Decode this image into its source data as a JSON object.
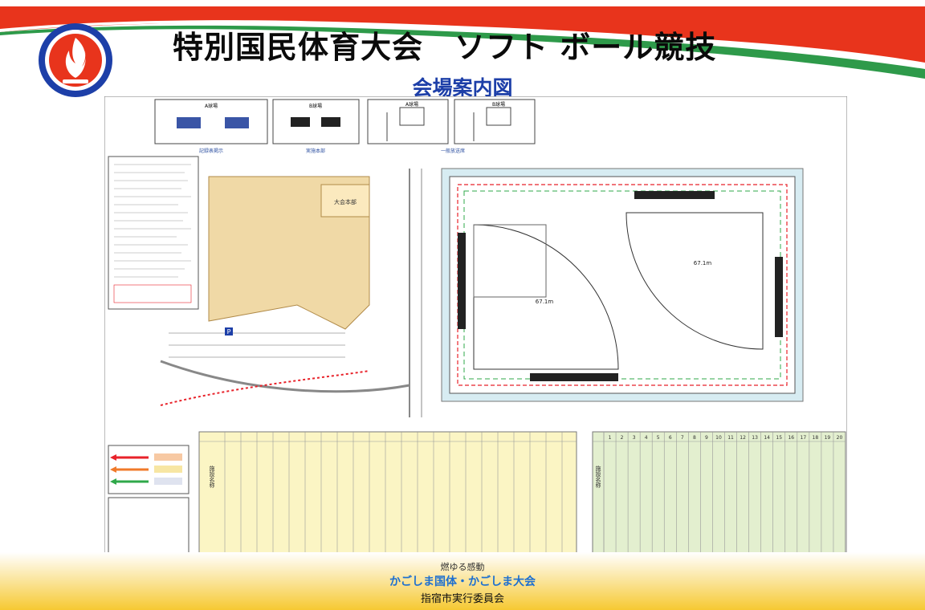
{
  "header": {
    "title": "特別国民体育大会　ソフト ボール競技",
    "subtitle": "会場案内図"
  },
  "map": {
    "booth_labels": [
      "A球場",
      "B球場",
      "A球場",
      "B球場"
    ],
    "booth_captions": [
      "記録表掲示",
      "実施本部",
      "一般放送席"
    ],
    "field_distances": [
      "67.1m",
      "67.1m"
    ],
    "left_area": {
      "parking_icon": "P",
      "tent_label": "大会本部"
    },
    "table_rows": [
      "施設名称",
      "施設名称"
    ],
    "table_right_numbers": [
      "1",
      "2",
      "3",
      "4",
      "5",
      "6",
      "7",
      "8",
      "9",
      "10",
      "11",
      "12",
      "13",
      "14",
      "15",
      "16",
      "17",
      "18",
      "19",
      "20"
    ]
  },
  "footer": {
    "tagline": "燃ゆる感動",
    "event": "かごしま国体・かごしま大会",
    "committee": "指宿市実行委員会"
  },
  "colors": {
    "banner_red": "#e8341c",
    "banner_green": "#2e9a4a",
    "title_blue": "#1d3fa8",
    "footer_yellow": "#f6c932",
    "building_tan": "#f0d9a6",
    "legend_yellow": "#fbf5c4",
    "legend_green": "#e3efcf",
    "route_red": "#e8222a",
    "route_orange": "#f07a2a",
    "route_green": "#2fa84a"
  },
  "icons": [
    "flame-logo-icon",
    "parking-icon",
    "arrow-red-icon",
    "arrow-orange-icon",
    "arrow-green-icon"
  ]
}
